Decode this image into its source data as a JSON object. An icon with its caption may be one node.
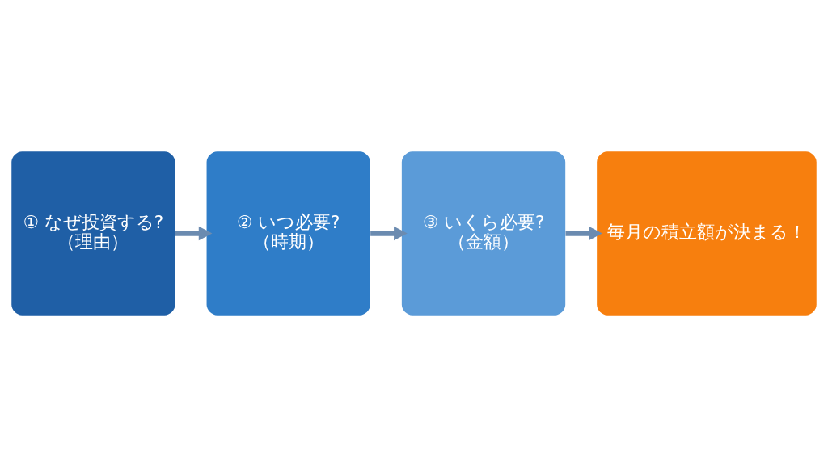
{
  "diagram": {
    "nodes": [
      {
        "text": [
          "① なぜ投資する?",
          "（理由）"
        ]
      },
      {
        "text": [
          "② いつ必要?",
          "（時期）"
        ]
      },
      {
        "text": [
          "③ いくら必要?",
          "（金額）"
        ]
      },
      {
        "text": [
          "毎月の積立額が決まる！"
        ]
      }
    ],
    "edges": [
      {
        "from": 0,
        "to": 1,
        "arrow": "to"
      },
      {
        "from": 1,
        "to": 2,
        "arrow": "to"
      },
      {
        "from": 2,
        "to": 3,
        "arrow": "to"
      }
    ]
  }
}
